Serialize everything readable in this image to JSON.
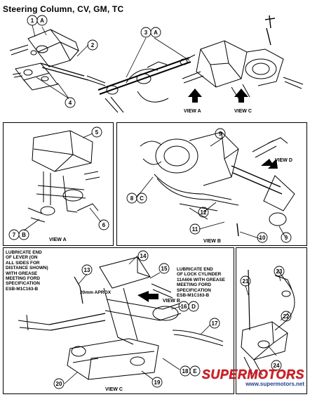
{
  "title": "Steering Column, CV, GM, TC",
  "callouts": {
    "c1": "1",
    "cA1": "A",
    "c2": "2",
    "c3": "3",
    "cA2": "A",
    "c4": "4",
    "c5": "5",
    "c6": "6",
    "c7": "7",
    "cB1": "B",
    "c8": "8",
    "cC1": "C",
    "c9a": "9",
    "c9b": "9",
    "c10": "10",
    "c11": "11",
    "c12": "12",
    "c13": "13",
    "c14": "14",
    "c15": "15",
    "c16": "16",
    "cD": "D",
    "c17": "17",
    "c18": "18",
    "cE": "E",
    "c19": "19",
    "c20": "20",
    "c21": "21",
    "c22": "22",
    "c23": "23",
    "c24": "24"
  },
  "view_labels": {
    "view_a_top": "VIEW A",
    "view_c_top": "VIEW C",
    "view_a_panel": "VIEW A",
    "view_b": "VIEW B",
    "view_d": "VIEW D",
    "view_b_arrow": "VIEW B",
    "view_c_bottom": "VIEW C"
  },
  "notes": {
    "lever_lines": [
      "LUBRICATE END",
      "OF LEVER (ON",
      "ALL SIDES FOR",
      "DISTANCE SHOWN)",
      "WITH GREASE",
      "MEETING FORD",
      "SPECIFICATION",
      "ESB-M1C163-B"
    ],
    "lock_lines": [
      "LUBRICATE END",
      "OF LOCK CYLINDER",
      "11A606 WITH GREASE",
      "MEETING FORD",
      "SPECIFICATION",
      "ESB-M1C163-B"
    ],
    "approx": "20mm APROX"
  },
  "brand": {
    "name": "SUPERMOTORS",
    "url": "www.supermotors.net"
  },
  "colors": {
    "line": "#000000",
    "brand_red": "#e31b23",
    "brand_blue": "#1f3f8f"
  }
}
